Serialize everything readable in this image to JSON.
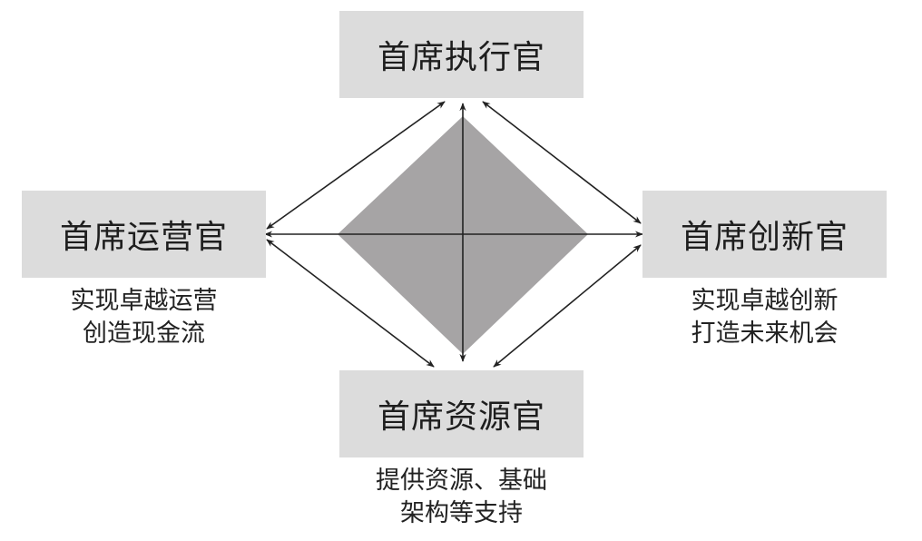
{
  "roles": {
    "ceo": {
      "title": "首席执行官"
    },
    "coo": {
      "title": "首席运营官",
      "lines": [
        "实现卓越运营",
        "创造现金流"
      ]
    },
    "cino": {
      "title": "首席创新官",
      "lines": [
        "实现卓越创新",
        "打造未来机会"
      ]
    },
    "cro": {
      "title": "首席资源官",
      "lines": [
        "提供资源、基础",
        "架构等支持"
      ]
    }
  },
  "colors": {
    "box_fill": "#dcdcdc",
    "diamond_fill": "#a6a4a5",
    "line": "#222222"
  }
}
